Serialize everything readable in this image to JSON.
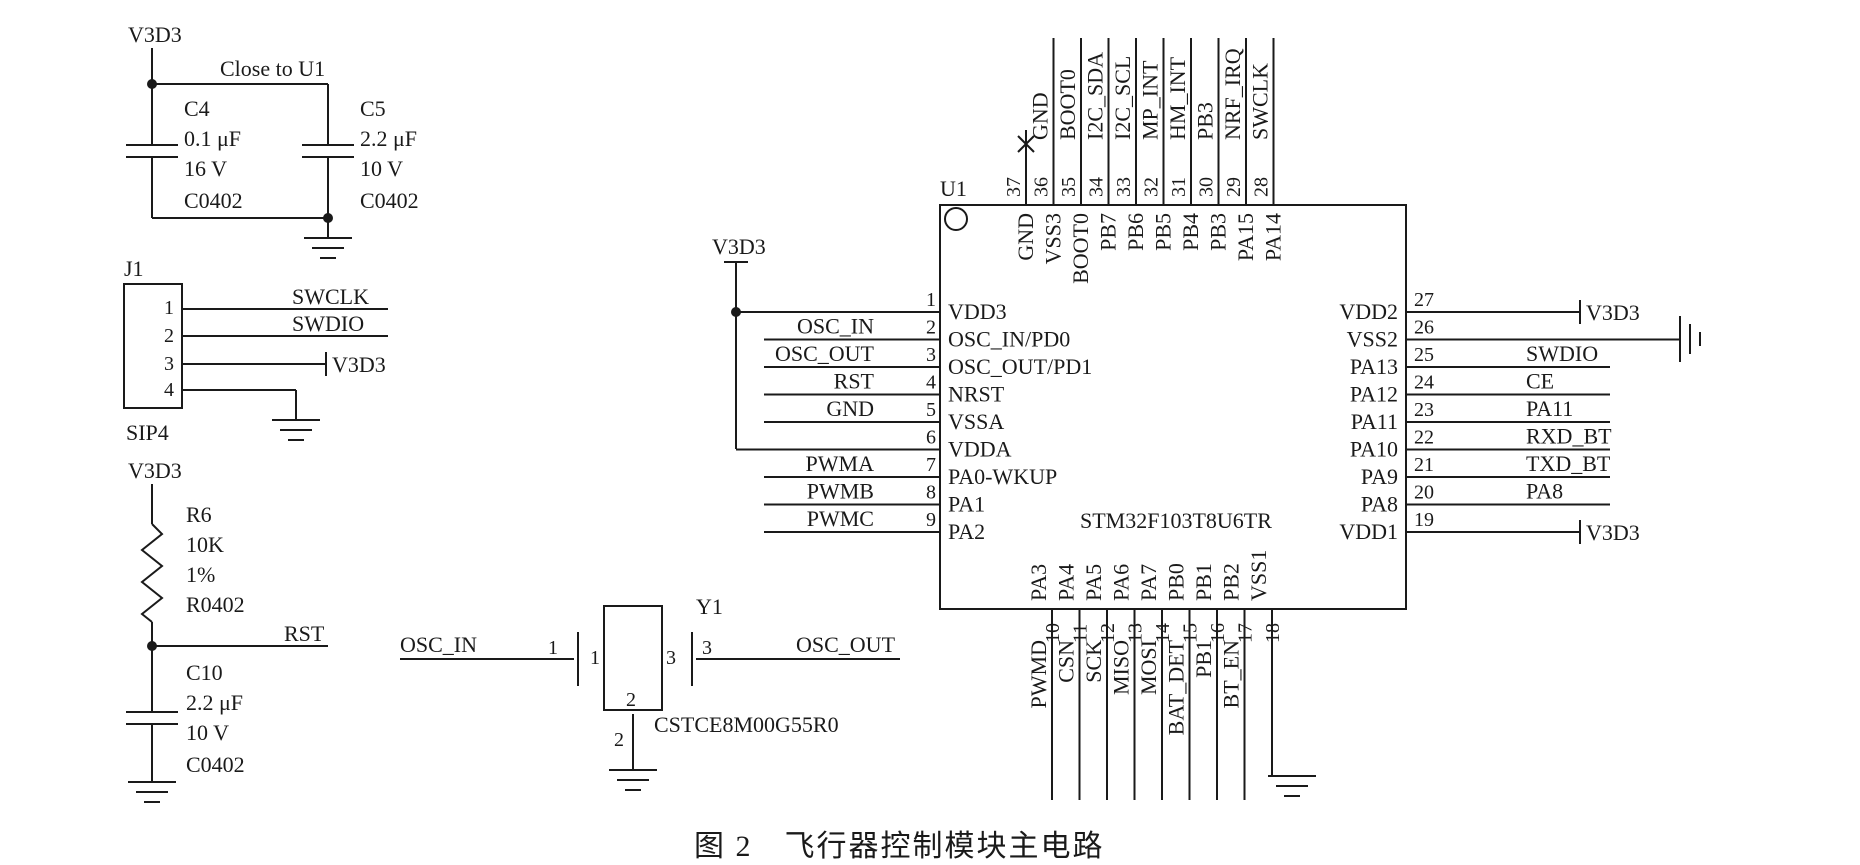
{
  "decoupling": {
    "rail": "V3D3",
    "note": "Close to U1",
    "c4": {
      "ref": "C4",
      "value": "0.1 μF",
      "voltage": "16 V",
      "package": "C0402"
    },
    "c5": {
      "ref": "C5",
      "value": "2.2 μF",
      "voltage": "10 V",
      "package": "C0402"
    }
  },
  "j1": {
    "ref": "J1",
    "footprint": "SIP4",
    "pins": [
      {
        "num": "1",
        "net": "SWCLK"
      },
      {
        "num": "2",
        "net": "SWDIO"
      },
      {
        "num": "3",
        "net": "V3D3"
      },
      {
        "num": "4",
        "net": ""
      }
    ]
  },
  "reset": {
    "rail": "V3D3",
    "r6": {
      "ref": "R6",
      "value": "10K",
      "tolerance": "1%",
      "package": "R0402"
    },
    "net": "RST",
    "c10": {
      "ref": "C10",
      "value": "2.2 μF",
      "voltage": "10 V",
      "package": "C0402"
    }
  },
  "y1": {
    "ref": "Y1",
    "part": "CSTCE8M00G55R0",
    "left_net": "OSC_IN",
    "right_net": "OSC_OUT",
    "pin1": "1",
    "pin2": "2",
    "pin3": "3"
  },
  "u1": {
    "ref": "U1",
    "part": "STM32F103T8U6TR",
    "vdd_rail": "V3D3",
    "left_pins": [
      {
        "num": "1",
        "name": "VDD3",
        "net": ""
      },
      {
        "num": "2",
        "name": "OSC_IN/PD0",
        "net": "OSC_IN"
      },
      {
        "num": "3",
        "name": "OSC_OUT/PD1",
        "net": "OSC_OUT"
      },
      {
        "num": "4",
        "name": "NRST",
        "net": "RST"
      },
      {
        "num": "5",
        "name": "VSSA",
        "net": "GND"
      },
      {
        "num": "6",
        "name": "VDDA",
        "net": ""
      },
      {
        "num": "7",
        "name": "PA0-WKUP",
        "net": "PWMA"
      },
      {
        "num": "8",
        "name": "PA1",
        "net": "PWMB"
      },
      {
        "num": "9",
        "name": "PA2",
        "net": "PWMC"
      }
    ],
    "right_pins": [
      {
        "num": "27",
        "name": "VDD2",
        "net": "V3D3"
      },
      {
        "num": "26",
        "name": "VSS2",
        "net": ""
      },
      {
        "num": "25",
        "name": "PA13",
        "net": "SWDIO"
      },
      {
        "num": "24",
        "name": "PA12",
        "net": "CE"
      },
      {
        "num": "23",
        "name": "PA11",
        "net": "PA11"
      },
      {
        "num": "22",
        "name": "PA10",
        "net": "RXD_BT"
      },
      {
        "num": "21",
        "name": "PA9",
        "net": "TXD_BT"
      },
      {
        "num": "20",
        "name": "PA8",
        "net": "PA8"
      },
      {
        "num": "19",
        "name": "VDD1",
        "net": "V3D3"
      }
    ],
    "top_pins": [
      {
        "num": "37",
        "name": "GND",
        "net": ""
      },
      {
        "num": "36",
        "name": "VSS3",
        "net": "GND"
      },
      {
        "num": "35",
        "name": "BOOT0",
        "net": "BOOT0"
      },
      {
        "num": "34",
        "name": "PB7",
        "net": "I2C_SDA"
      },
      {
        "num": "33",
        "name": "PB6",
        "net": "I2C_SCL"
      },
      {
        "num": "32",
        "name": "PB5",
        "net": "MP_INT"
      },
      {
        "num": "31",
        "name": "PB4",
        "net": "HM_INT"
      },
      {
        "num": "30",
        "name": "PB3",
        "net": "PB3"
      },
      {
        "num": "29",
        "name": "PA15",
        "net": "NRF_IRQ"
      },
      {
        "num": "28",
        "name": "PA14",
        "net": "SWCLK"
      }
    ],
    "bottom_pins": [
      {
        "num": "10",
        "name": "PA3",
        "net": "PWMD"
      },
      {
        "num": "11",
        "name": "PA4",
        "net": "CSN"
      },
      {
        "num": "12",
        "name": "PA5",
        "net": "SCK"
      },
      {
        "num": "13",
        "name": "PA6",
        "net": "MISO"
      },
      {
        "num": "14",
        "name": "PA7",
        "net": "MOSI"
      },
      {
        "num": "15",
        "name": "PB0",
        "net": "BAT_DET"
      },
      {
        "num": "16",
        "name": "PB1",
        "net": "PB1"
      },
      {
        "num": "17",
        "name": "PB2",
        "net": "BT_EN"
      },
      {
        "num": "18",
        "name": "VSS1",
        "net": ""
      }
    ]
  },
  "caption": "图 2　飞行器控制模块主电路"
}
